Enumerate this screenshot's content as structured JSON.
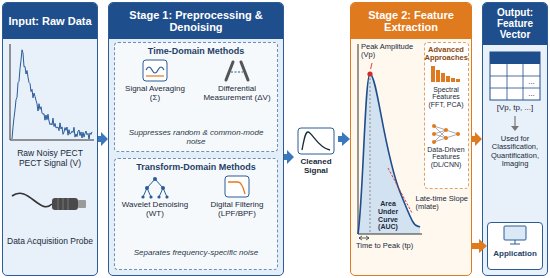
{
  "diagram": {
    "nodes": [
      {
        "text": [
          "Input: Raw Data",
          "Raw Noisy PECT PECT Signal (V)",
          "Data Acquisition Probe"
        ]
      },
      {
        "text": [
          "Stage 1: Preprocessing & Denoising"
        ]
      },
      {
        "text": [
          "Time-Domain Methods",
          "Suppresses random & common-mode noise"
        ],
        "in": 1
      },
      {
        "text": [
          "Signal Averaging (Σ)"
        ],
        "in": 2
      },
      {
        "text": [
          "Differential Measurement (ΔV)"
        ],
        "in": 2
      },
      {
        "text": [
          "Transform-Domain Methods",
          "Separates frequency-specific noise"
        ],
        "in": 1
      },
      {
        "text": [
          "Wavelet Denoising (WT)"
        ],
        "in": 5
      },
      {
        "text": [
          "Digital Filtering (LPF/BPF)"
        ],
        "in": 5
      },
      {
        "text": [
          "Cleaned Signal"
        ]
      },
      {
        "text": [
          "Stage 2: Feature Extraction",
          "Peak Amplitude (Vp)",
          "Area Under Curve (AUC)",
          "Late-time Slope (mlate)",
          "Time to Peak (tp)"
        ]
      },
      {
        "text": [
          "Advanced Approaches"
        ],
        "in": 9
      },
      {
        "text": [
          "Spectral Features (FFT, PCA)"
        ],
        "in": 10
      },
      {
        "text": [
          "Data-Driven Features (DL/CNN)"
        ],
        "in": 10
      },
      {
        "text": [
          "Output: Feature Vector",
          "[Vp, tp, ...]",
          "Used for Classification, Quantification, Imaging"
        ]
      },
      {
        "text": [
          "Application"
        ],
        "in": 13
      }
    ],
    "edges": [
      {
        "from": 0,
        "to": 1,
        "arrow": "to"
      },
      {
        "from": 1,
        "to": 8,
        "arrow": "to"
      },
      {
        "from": 8,
        "to": 9,
        "arrow": "to"
      },
      {
        "from": 9,
        "to": 13,
        "arrow": "to"
      },
      {
        "from": 9,
        "to": 14,
        "arrow": "to"
      }
    ],
    "labels": [
      "...",
      "..."
    ]
  }
}
